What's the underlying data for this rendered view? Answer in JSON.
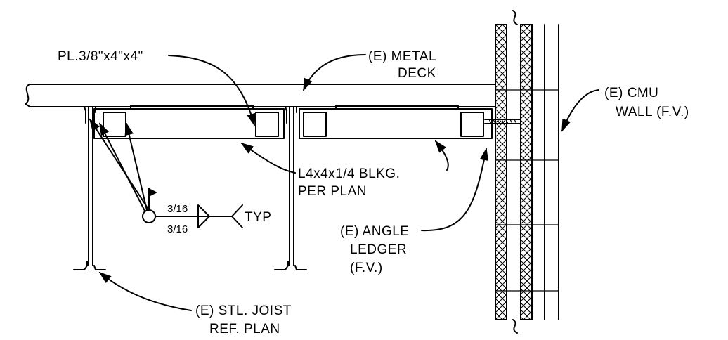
{
  "labels": {
    "plate": "PL.3/8\"x4\"x4\"",
    "deck_1": "(E) METAL",
    "deck_2": "DECK",
    "cmu_1": "(E) CMU",
    "cmu_2": "WALL (F.V.)",
    "blkg_1": "L4x4x1/4 BLKG.",
    "blkg_2": "PER PLAN",
    "ledger_1": "(E) ANGLE",
    "ledger_2": "LEDGER",
    "ledger_3": "(F.V.)",
    "joist_1": "(E) STL. JOIST",
    "joist_2": "REF. PLAN",
    "weld_top": "3/16",
    "weld_bottom": "3/16",
    "weld_note": "TYP"
  }
}
